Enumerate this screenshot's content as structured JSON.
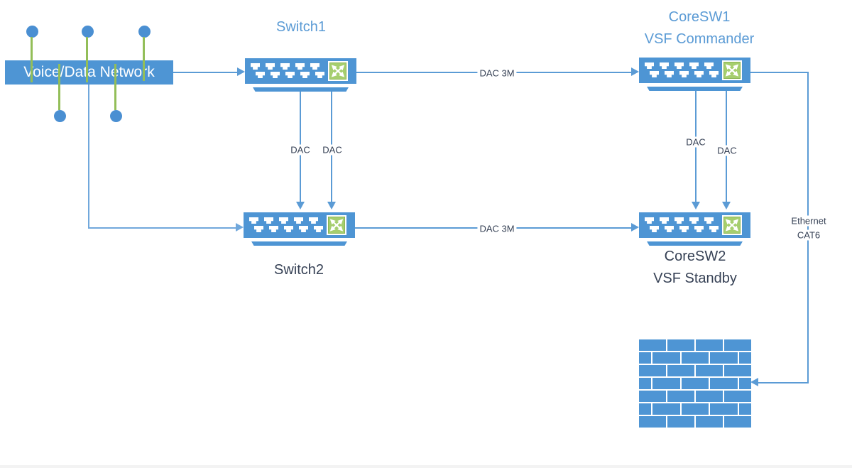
{
  "diagram": {
    "network_box": {
      "label": "Voice/Data Network"
    },
    "nodes": {
      "switch1": {
        "title": "Switch1"
      },
      "switch2": {
        "title": "Switch2"
      },
      "coresw1": {
        "title": "CoreSW1",
        "subtitle": "VSF Commander"
      },
      "coresw2": {
        "title": "CoreSW2",
        "subtitle": "VSF Standby"
      }
    },
    "links": {
      "sw1_core1": "DAC 3M",
      "sw2_core2": "DAC 3M",
      "sw1_sw2_a": "DAC",
      "sw1_sw2_b": "DAC",
      "core1_core2_a": "DAC",
      "core1_core2_b": "DAC",
      "ethernet_line1": "Ethernet",
      "ethernet_line2": "CAT6"
    },
    "icons": {
      "switch": "switch-icon",
      "crossover": "crossover-x-icon",
      "firewall": "firewall-brick-wall-icon",
      "endpoint": "endpoint-dot"
    },
    "colors": {
      "node_blue": "#4E95D4",
      "line_blue": "#5B9BD5",
      "light_blue": "#71A8DC",
      "green": "#93BE58",
      "port_green": "#A6CE6E",
      "dark_text": "#364155",
      "blue_text": "#5B9BD5"
    },
    "firewall_rows": 7
  }
}
